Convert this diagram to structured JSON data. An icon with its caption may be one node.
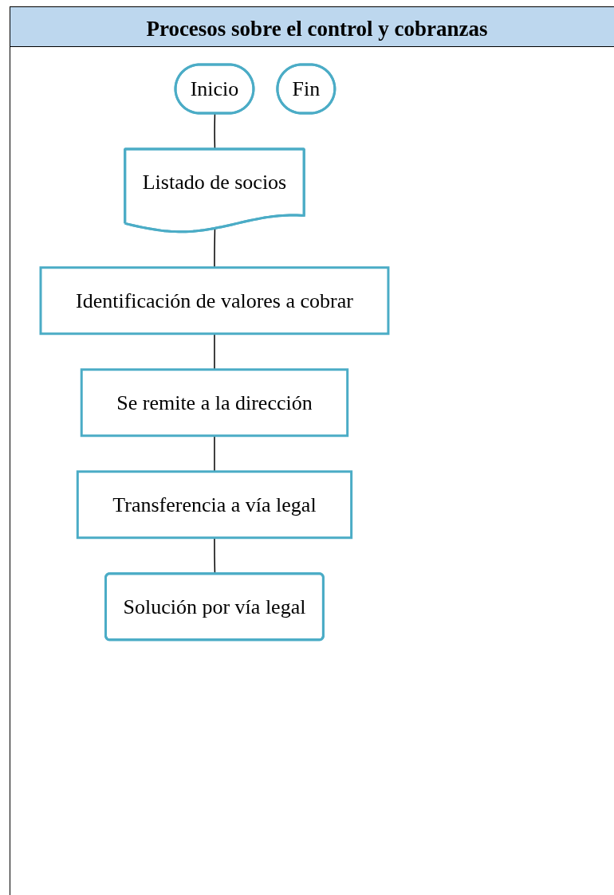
{
  "diagram": {
    "title": "Procesos sobre el control y cobranzas",
    "nodes": [
      {
        "text": [
          "Inicio"
        ]
      },
      {
        "text": [
          "Listado de socios"
        ]
      },
      {
        "text": [
          "Identificación de valores a cobrar"
        ]
      },
      {
        "text": [
          "Se remite a la dirección"
        ]
      },
      {
        "text": [
          "Transferencia a vía legal"
        ]
      },
      {
        "text": [
          "Solución por vía legal"
        ]
      },
      {
        "text": [
          "Fin"
        ]
      }
    ],
    "edges": [
      {
        "from": 0,
        "to": 1,
        "arrow": "none"
      },
      {
        "from": 1,
        "to": 2,
        "arrow": "none"
      },
      {
        "from": 2,
        "to": 3,
        "arrow": "none"
      },
      {
        "from": 3,
        "to": 4,
        "arrow": "none"
      },
      {
        "from": 4,
        "to": 5,
        "arrow": "none"
      }
    ]
  }
}
